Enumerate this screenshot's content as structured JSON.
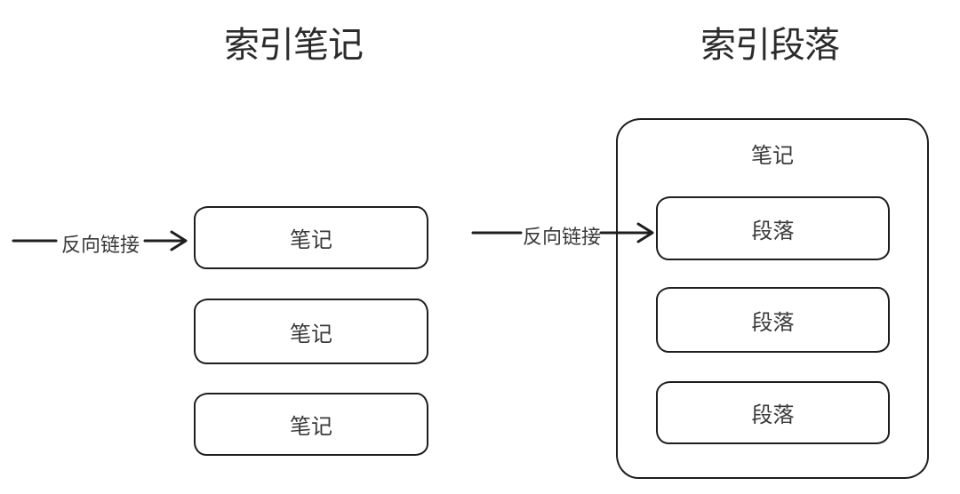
{
  "left": {
    "title": "索引笔记",
    "arrow_label": "反向链接",
    "boxes": [
      "笔记",
      "笔记",
      "笔记"
    ]
  },
  "right": {
    "title": "索引段落",
    "arrow_label": "反向链接",
    "container_label": "笔记",
    "boxes": [
      "段落",
      "段落",
      "段落"
    ]
  },
  "colors": {
    "stroke": "#1e1e1e",
    "text": "#3a3a3a",
    "background": "#ffffff"
  }
}
